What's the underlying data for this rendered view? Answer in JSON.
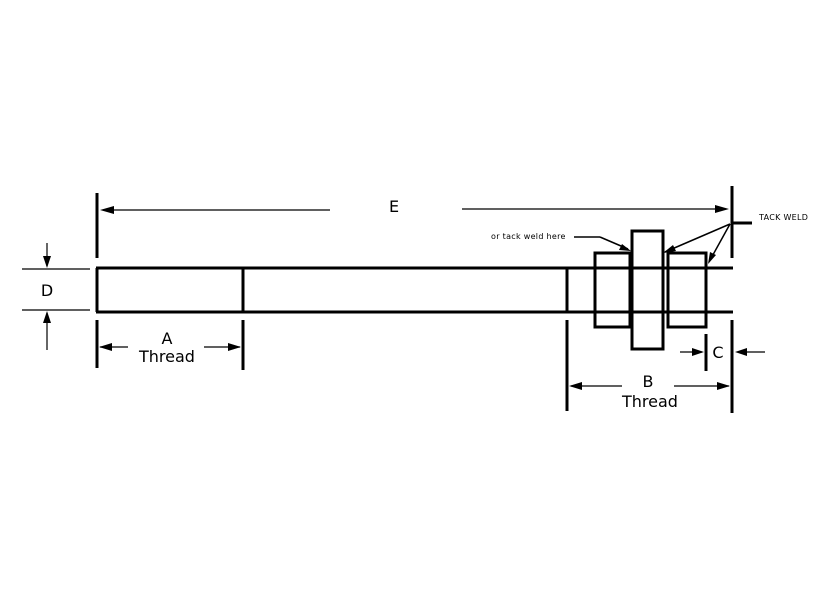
{
  "diagram": {
    "labels": {
      "e": "E",
      "d": "D",
      "a": "A",
      "a_sub": "Thread",
      "b": "B",
      "b_sub": "Thread",
      "c": "C",
      "tack_weld": "TACK WELD",
      "alt_tack_weld": "or tack weld here"
    }
  }
}
